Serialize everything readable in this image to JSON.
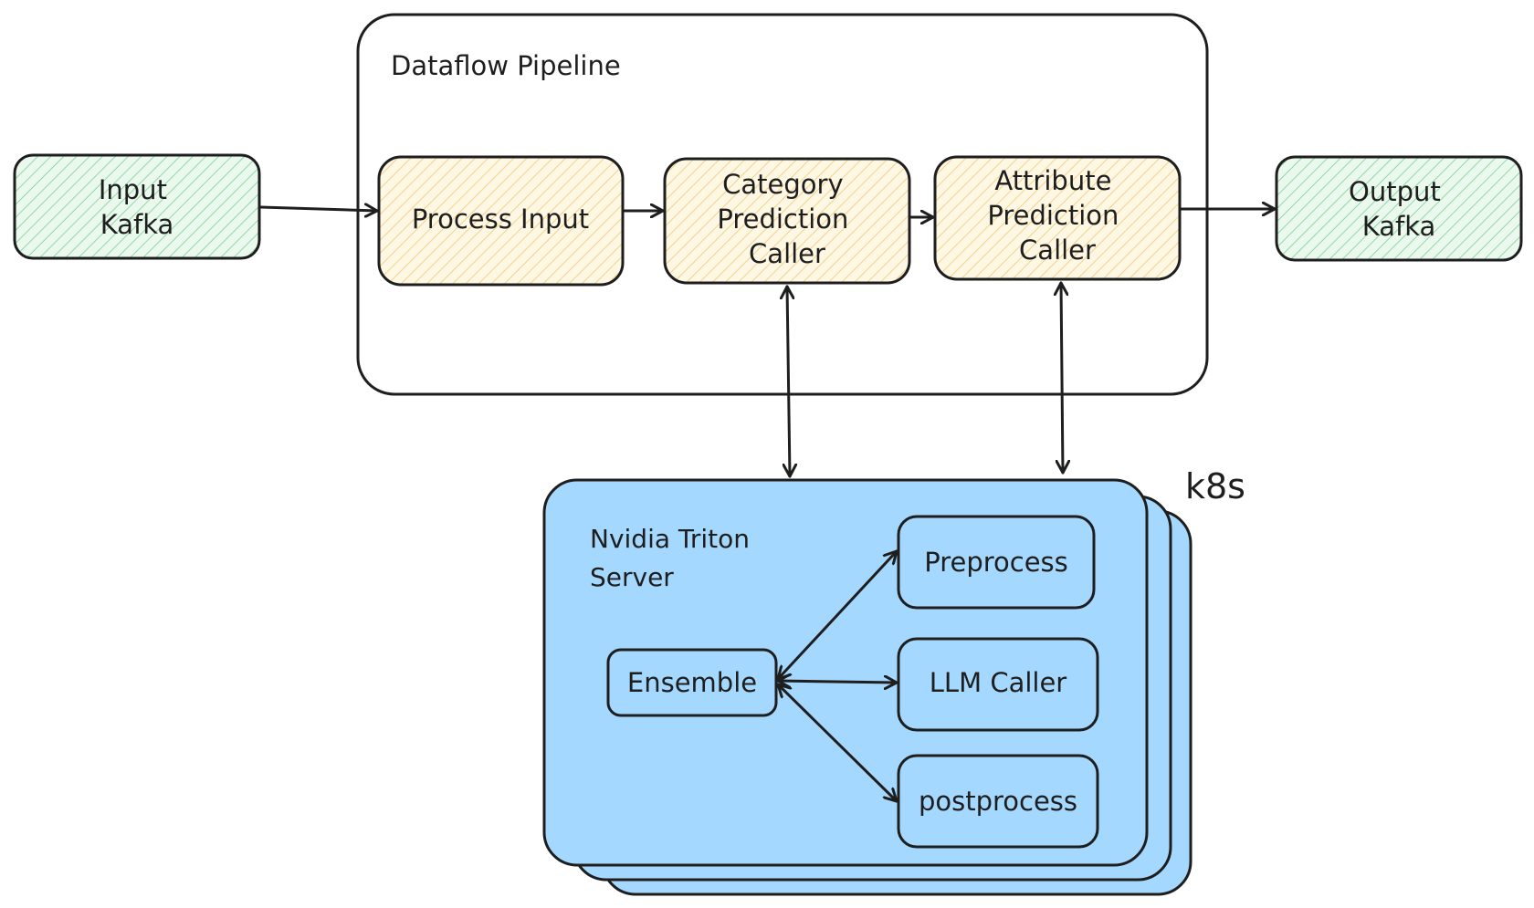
{
  "pipeline": {
    "title": "Dataflow Pipeline",
    "process_input": "Process Input",
    "category_caller": [
      "Category",
      "Prediction",
      "Caller"
    ],
    "attribute_caller": [
      "Attribute",
      "Prediction",
      "Caller"
    ]
  },
  "input_kafka": [
    "Input",
    "Kafka"
  ],
  "output_kafka": [
    "Output",
    "Kafka"
  ],
  "k8s_label": "k8s",
  "triton": {
    "title": [
      "Nvidia Triton",
      "Server"
    ],
    "ensemble": "Ensemble",
    "preprocess": "Preprocess",
    "llm_caller": "LLM Caller",
    "postprocess": "postprocess"
  },
  "colors": {
    "green_hatch": "#8fd9a6",
    "green_fill": "#ebf8ee",
    "yellow_hatch": "#f2d38a",
    "yellow_fill": "#fdf7e4",
    "triton_blue": "#a5d8ff",
    "stroke": "#1e1e1e"
  }
}
